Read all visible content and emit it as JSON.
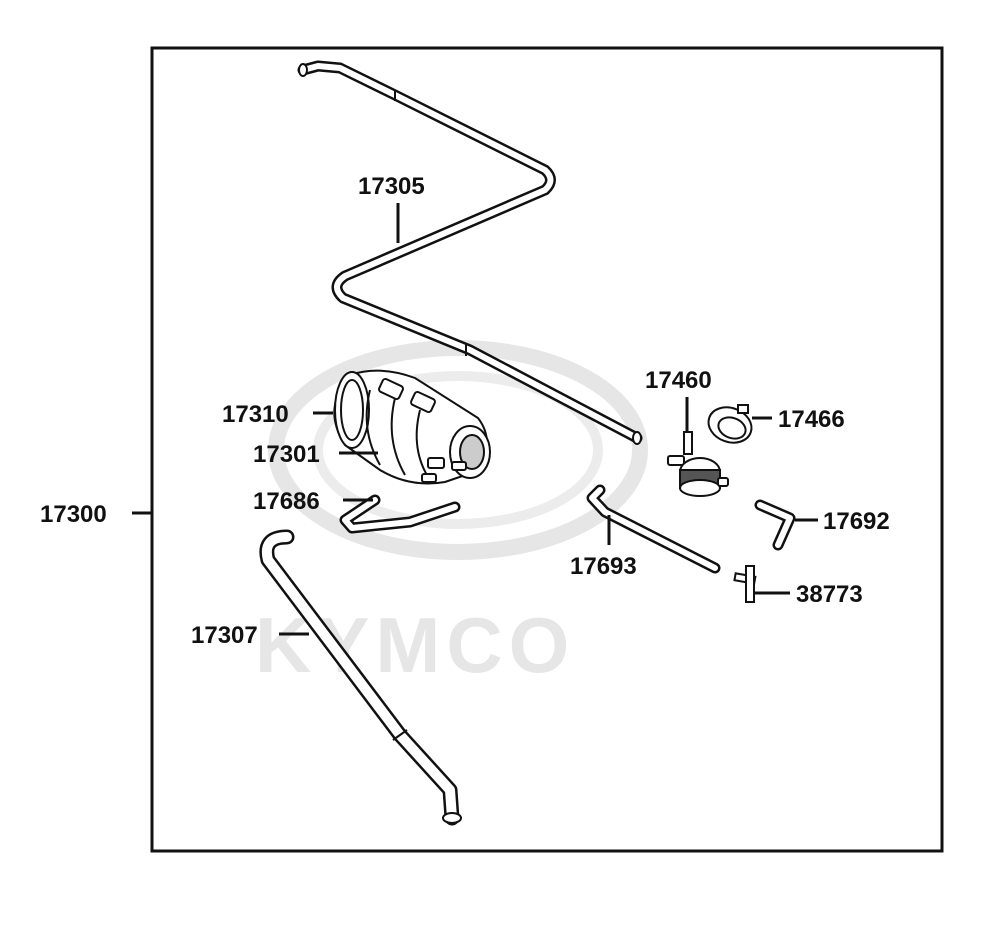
{
  "watermark": {
    "brand_text": "KYMCO"
  },
  "labels": {
    "assembly": "17300",
    "hose_upper": "17305",
    "canister_cap": "17310",
    "canister": "17301",
    "hose_short": "17686",
    "hose_long": "17307",
    "valve": "17460",
    "valve_clamp": "17466",
    "hose_elbow": "17692",
    "hose_middle": "17693",
    "t_joint": "38773"
  }
}
